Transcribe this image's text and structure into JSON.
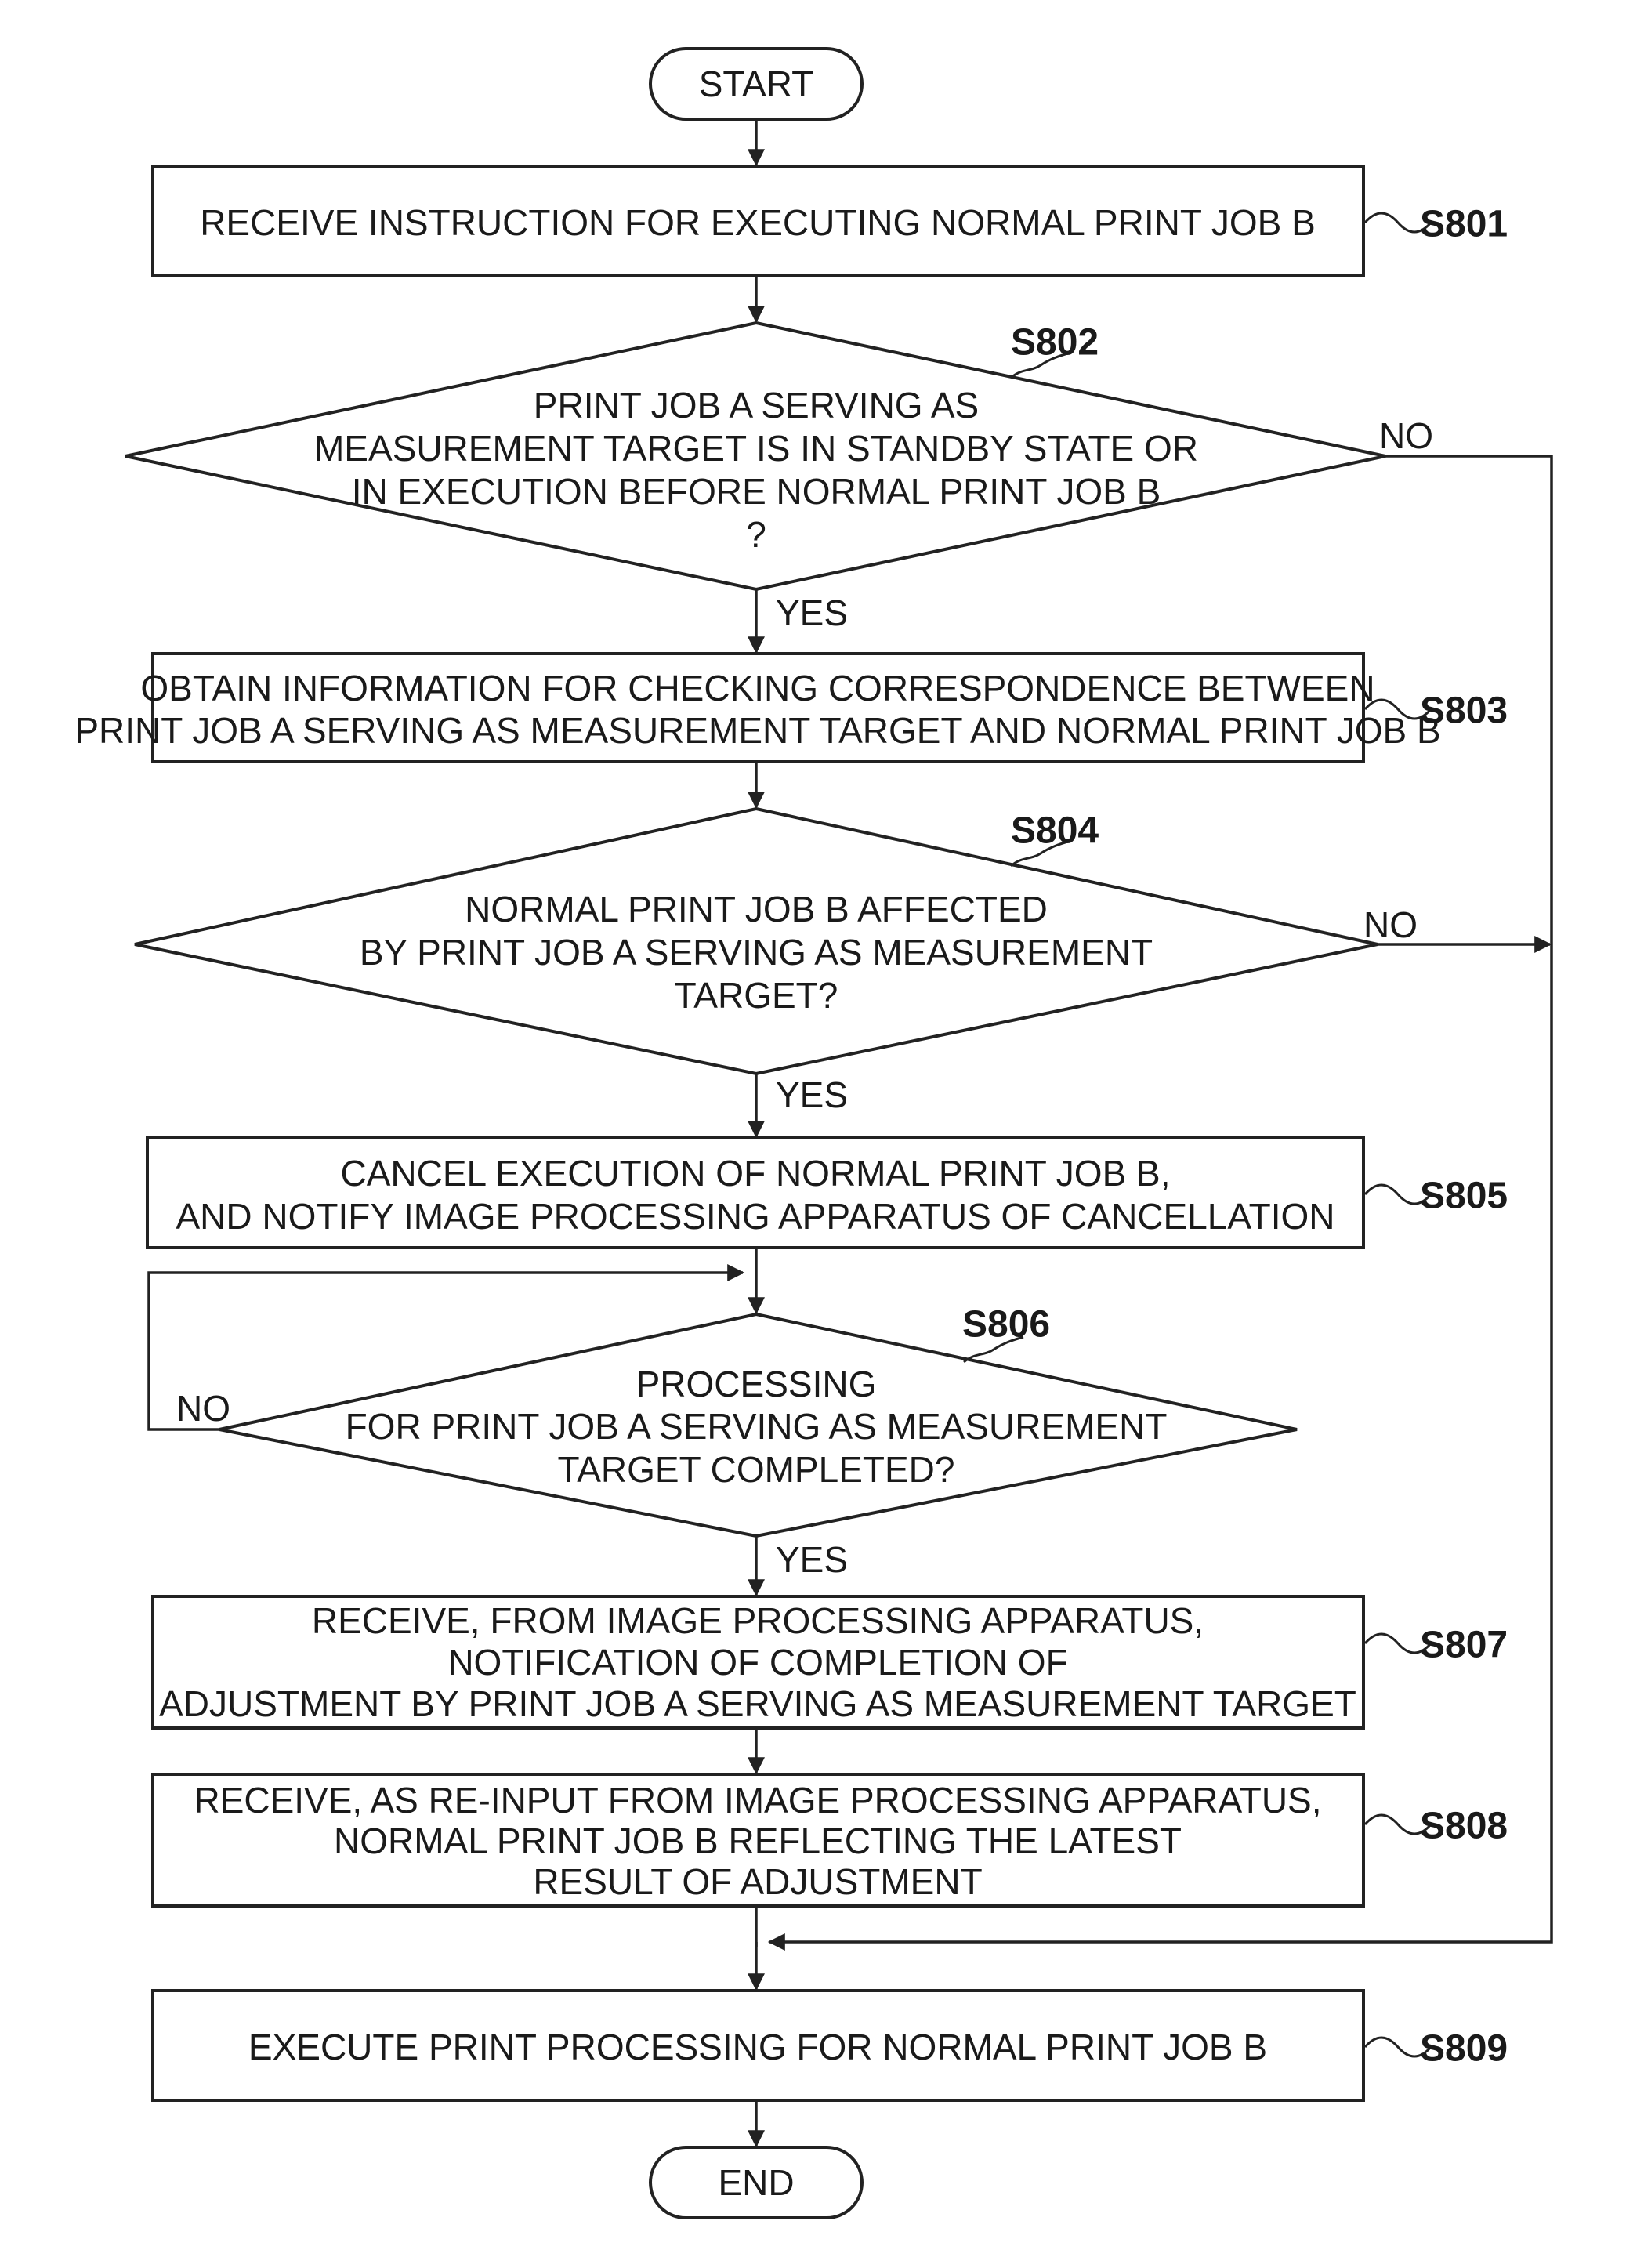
{
  "flowchart": {
    "start": "START",
    "end": "END",
    "steps": {
      "s801": {
        "id": "S801",
        "lines": [
          "RECEIVE INSTRUCTION FOR EXECUTING NORMAL PRINT JOB B"
        ]
      },
      "s802": {
        "id": "S802",
        "lines": [
          "PRINT JOB A SERVING AS",
          "MEASUREMENT TARGET IS IN STANDBY STATE OR",
          "IN EXECUTION BEFORE NORMAL PRINT JOB B",
          "?"
        ],
        "yes": "YES",
        "no": "NO"
      },
      "s803": {
        "id": "S803",
        "lines": [
          "OBTAIN INFORMATION FOR CHECKING CORRESPONDENCE BETWEEN",
          "PRINT JOB A SERVING AS MEASUREMENT TARGET AND NORMAL PRINT JOB B"
        ]
      },
      "s804": {
        "id": "S804",
        "lines": [
          "NORMAL PRINT JOB B AFFECTED",
          "BY PRINT JOB A SERVING AS MEASUREMENT",
          "TARGET?"
        ],
        "yes": "YES",
        "no": "NO"
      },
      "s805": {
        "id": "S805",
        "lines": [
          "CANCEL EXECUTION OF NORMAL PRINT JOB B,",
          "AND NOTIFY IMAGE PROCESSING APPARATUS OF CANCELLATION"
        ]
      },
      "s806": {
        "id": "S806",
        "lines": [
          "PROCESSING",
          "FOR PRINT JOB A SERVING AS MEASUREMENT",
          "TARGET COMPLETED?"
        ],
        "yes": "YES",
        "no": "NO"
      },
      "s807": {
        "id": "S807",
        "lines": [
          "RECEIVE, FROM IMAGE PROCESSING APPARATUS,",
          "NOTIFICATION OF COMPLETION OF",
          "ADJUSTMENT BY PRINT JOB A SERVING AS MEASUREMENT TARGET"
        ]
      },
      "s808": {
        "id": "S808",
        "lines": [
          "RECEIVE, AS RE-INPUT FROM IMAGE PROCESSING APPARATUS,",
          "NORMAL PRINT JOB B REFLECTING THE LATEST",
          "RESULT OF ADJUSTMENT"
        ]
      },
      "s809": {
        "id": "S809",
        "lines": [
          "EXECUTE PRINT PROCESSING FOR NORMAL PRINT JOB B"
        ]
      }
    }
  }
}
